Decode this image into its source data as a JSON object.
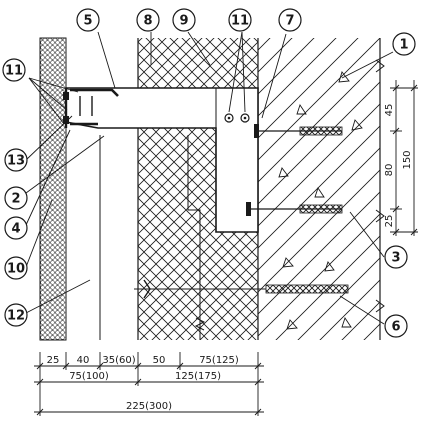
{
  "callouts": [
    "1",
    "2",
    "3",
    "4",
    "5",
    "6",
    "7",
    "8",
    "9",
    "10",
    "11",
    "12",
    "13"
  ],
  "dimensions": {
    "vertical": [
      "45",
      "80",
      "25",
      "150"
    ],
    "bottom_row1": [
      "25",
      "40",
      "35(60)",
      "50",
      "75(125)"
    ],
    "bottom_row2": [
      "75(100)",
      "125(175)"
    ],
    "bottom_total": "225(300)"
  },
  "colors": {
    "ink": "#1a1a1a",
    "paper": "#ffffff"
  }
}
